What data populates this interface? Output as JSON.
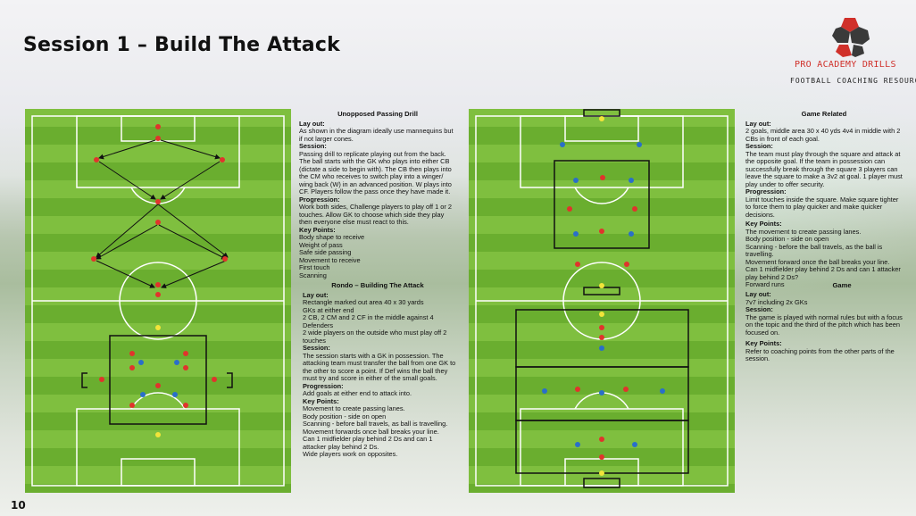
{
  "header": {
    "title": "Session 1 – Build The Attack",
    "page_number": "10"
  },
  "brand": {
    "name": "PRO ACADEMY DRILLS",
    "tagline": "FOOTBALL COACHING RESOURCES",
    "accent_color": "#d0302a",
    "logo_icon": "football-logo-icon"
  },
  "left_text": {
    "drill1_title": "Unopposed Passing Drill",
    "drill1_layout_head": "Lay out:",
    "drill1_layout": "As shown in the diagram ideally use mannequins but if not larger cones.",
    "drill1_session_head": "Session:",
    "drill1_session": "Passing drill to replicate playing out from the back. The ball starts with the GK who plays into either CB (dictate a side to begin with). The CB then plays into the CM who receives to switch play into a winger/ wing back (W) in an advanced position. W plays into CF. Players follow the pass once they have made it.",
    "drill1_progression_head": "Progression:",
    "drill1_progression": "Work both sides, Challenge players to play off 1 or 2 touches. Allow GK to choose which side they play then everyone else must react to this.",
    "drill1_keypoints_head": "Key Points:",
    "drill1_keypoints": "Body shape to receive\nWeight of pass\nSafe side passing\nMovement to receive\nFirst touch\nScanning",
    "drill2_title": "Rondo – Building The Attack",
    "drill2_layout_head": "Lay out:",
    "drill2_layout": "Rectangle marked out area 40 x 30 yards\nGKs at either end\n2 CB, 2 CM and 2 CF in the middle against 4 Defenders\n2 wide players on the outside who must play off 2 touches",
    "drill2_session_head": "Session:",
    "drill2_session": "The session starts with a GK in possession. The attacking team must transfer the ball from one GK to the other to score a point. If Def wins the ball they must try and score in either of the small goals.",
    "drill2_progression_head": "Progression:",
    "drill2_progression": "Add goals at either end to attack into.",
    "drill2_keypoints_head": "Key Points:",
    "drill2_keypoints": "Movement to create passing lanes.\nBody position - side on open\nScanning - before ball travels, as ball is travelling.\nMovement forwards once ball breaks your line.\nCan 1 midfielder play behind 2 Ds and can 1 attacker play behind 2 Ds.\nWide players work on opposites."
  },
  "right_text": {
    "game1_title": "Game Related",
    "game1_layout_head": "Lay out:",
    "game1_layout": "2 goals, middle area 30 x 40 yds 4v4 in middle with 2 CBs in front of each goal.",
    "game1_session_head": "Session:",
    "game1_session": "The team must play through the square and attack at the opposite goal. If the team in possession can successfully break through the square 3 players can leave the square to make a 3v2 at goal. 1 player must play under to offer security.",
    "game1_progression_head": "Progression:",
    "game1_progression": "Limit touches inside the square. Make square tighter to force them to play quicker and make quicker decisions.",
    "game1_keypoints_head": "Key Points:",
    "game1_keypoints": "The movement to create passing lanes.\nBody position - side on open\nScanning - before the ball travels, as the ball is travelling.\nMovement forward once the ball breaks your line.\nCan 1 midfielder play behind 2 Ds and can 1 attacker play behind 2 Ds?\nForward runs",
    "game2_title": "Game",
    "game2_layout_head": "Lay out:",
    "game2_layout": "7v7 including 2x GKs",
    "game2_session_head": "Session:",
    "game2_session": "The game is played with normal rules but with a focus on the topic and the third of the pitch which has been focused on.",
    "game2_keypoints_head": "Key Points:",
    "game2_keypoints": "Refer to coaching points from the other parts of the session."
  },
  "colors": {
    "team_red": "#e0342c",
    "team_blue": "#2a6fc9",
    "gk_yellow": "#f2e43a",
    "pitch_light": "#7fbf3f",
    "pitch_dark": "#6aae2f"
  }
}
